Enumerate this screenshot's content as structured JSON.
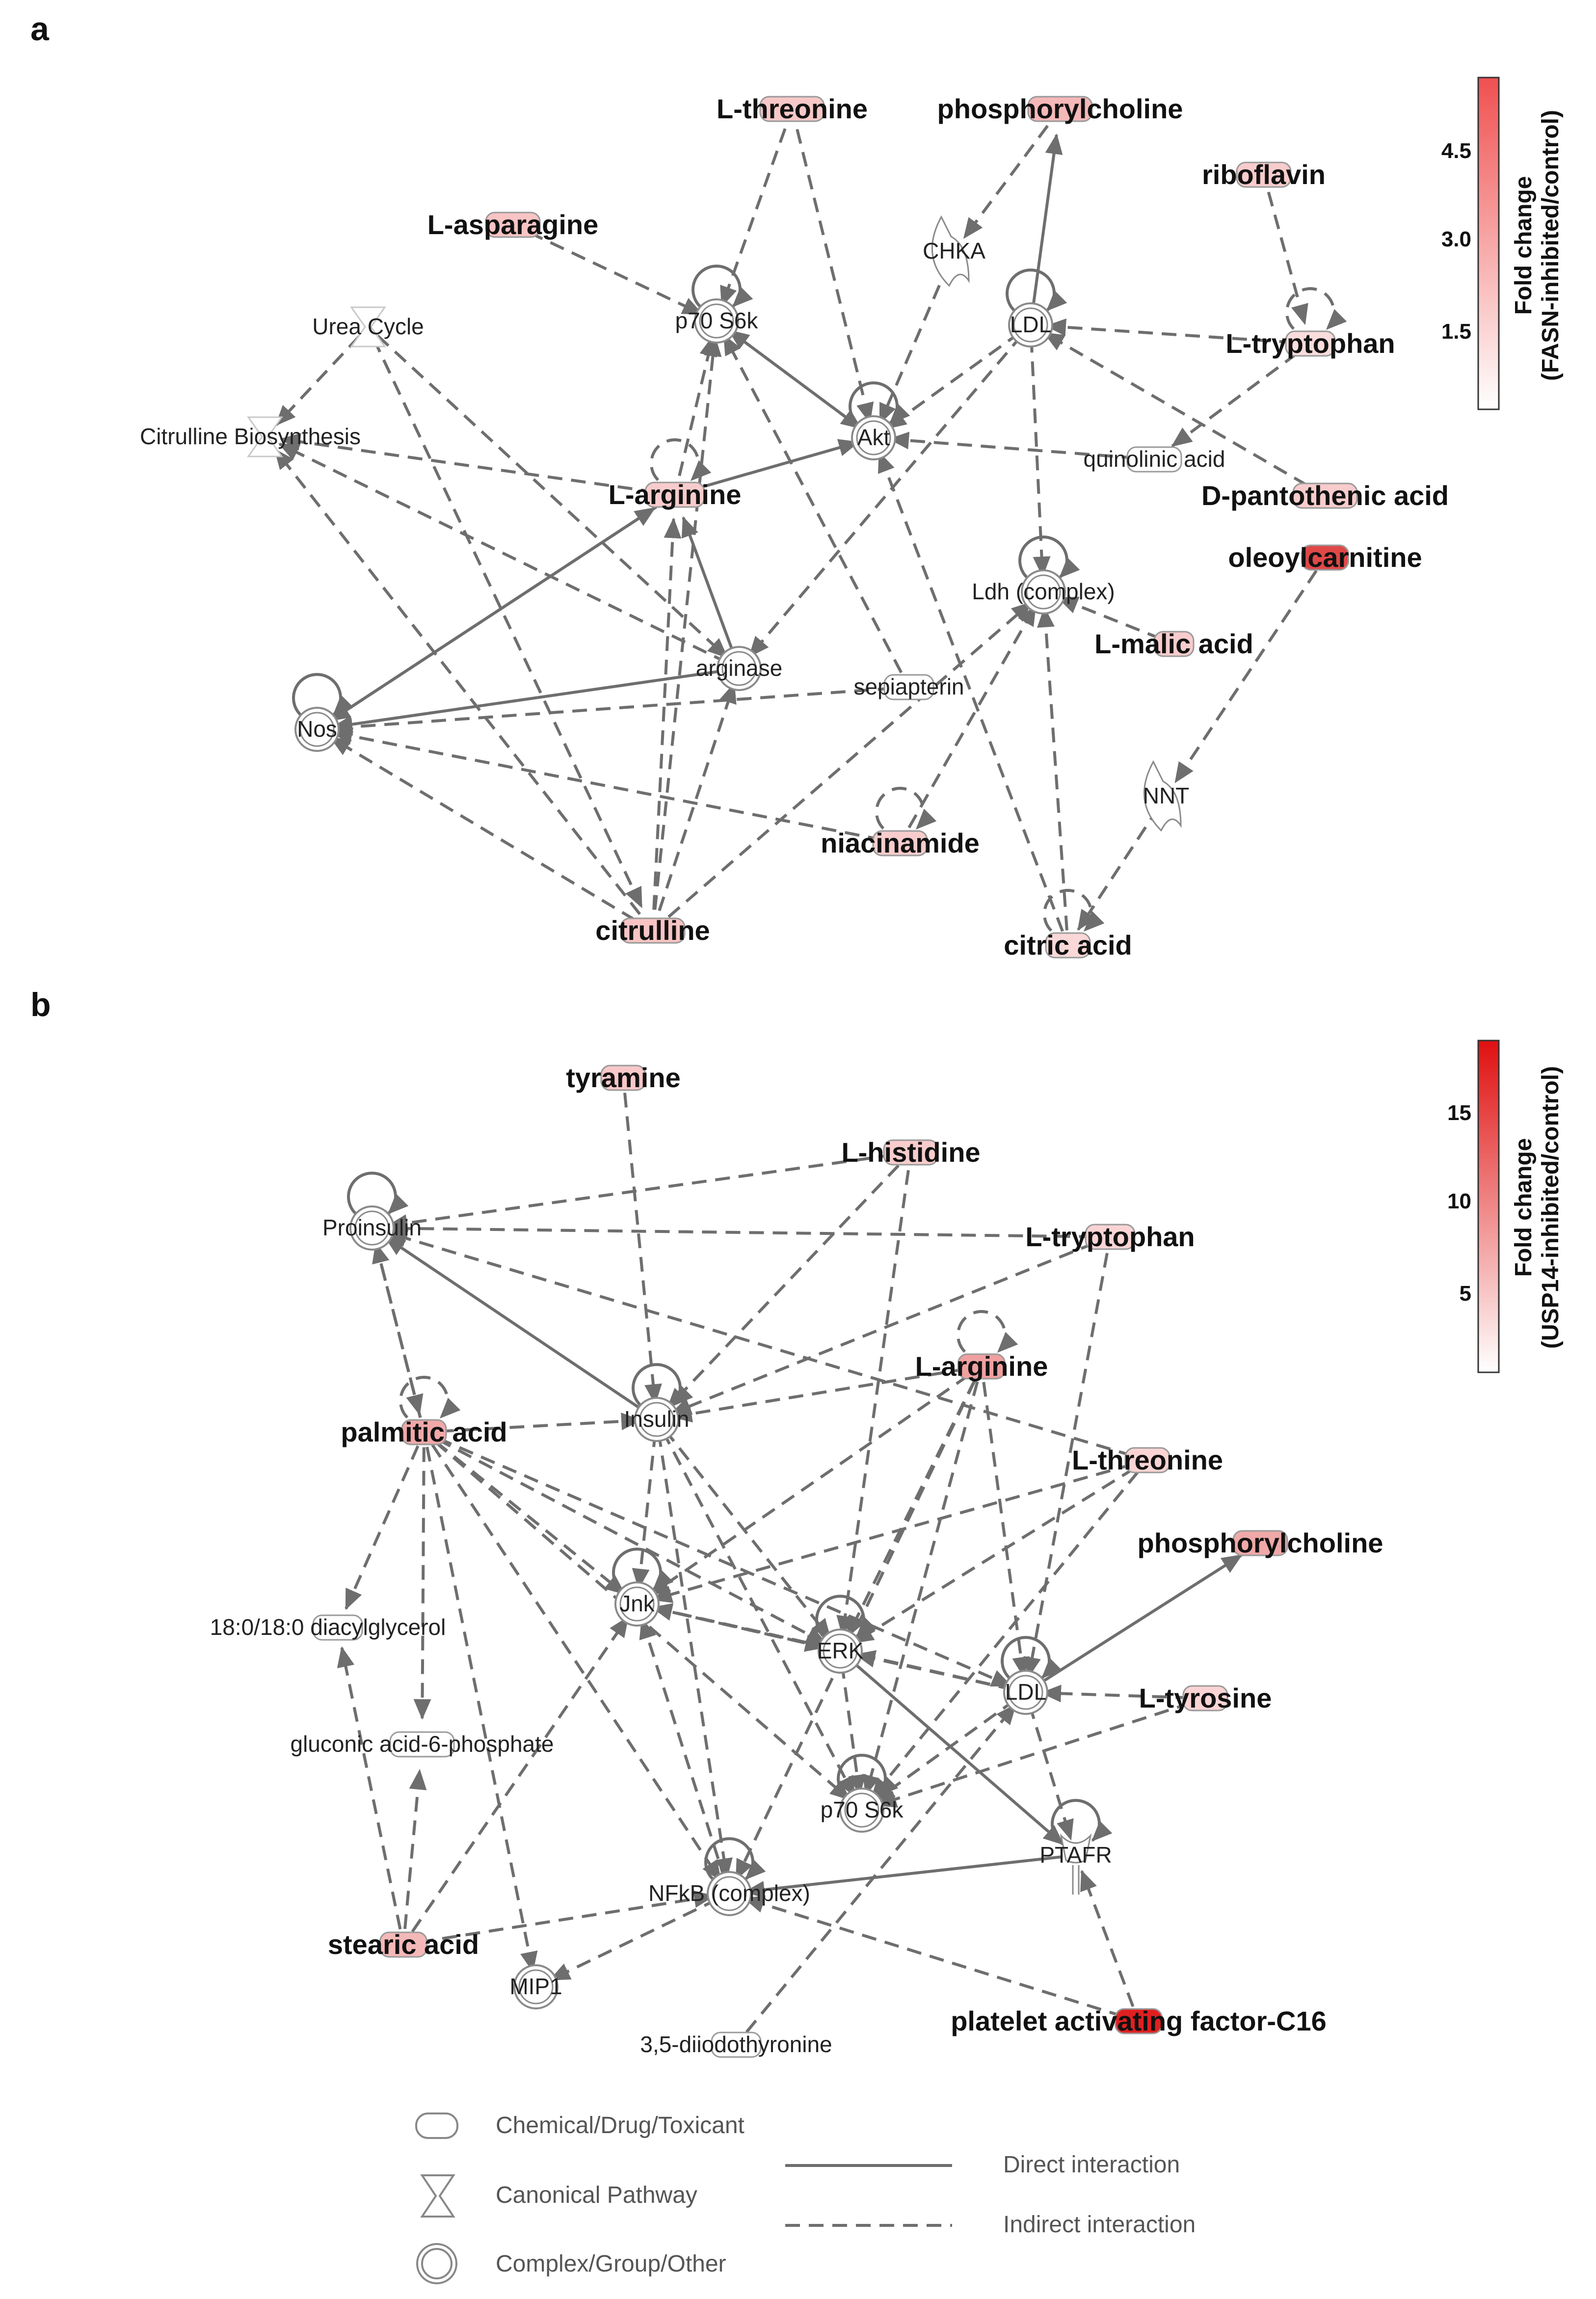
{
  "panels": [
    {
      "letter": "a",
      "colorbar": {
        "title_line1": "Fold change",
        "title_line2": "(FASN-inhibited/control)",
        "ticks": [
          "4.5",
          "3.0",
          "1.5"
        ],
        "max_color": "#f05050",
        "min_color": "#ffffff"
      },
      "nodes": [
        {
          "id": "thr",
          "label": "L-threonine",
          "shape": "chem",
          "fill": "#f8c8c8",
          "bold": true
        },
        {
          "id": "pc",
          "label": "phosphorylcholine",
          "shape": "chem",
          "fill": "#f5b8b8",
          "bold": true
        },
        {
          "id": "ribo",
          "label": "riboflavin",
          "shape": "chem",
          "fill": "#f8cccc",
          "bold": true
        },
        {
          "id": "asn",
          "label": "L-asparagine",
          "shape": "chem",
          "fill": "#f8c4c4",
          "bold": true
        },
        {
          "id": "chka",
          "label": "CHKA",
          "shape": "enzyme",
          "fill": "#ffffff",
          "bold": false
        },
        {
          "id": "p70",
          "label": "p70 S6k",
          "shape": "complex",
          "fill": "#ffffff",
          "bold": false
        },
        {
          "id": "ldl",
          "label": "LDL",
          "shape": "complex",
          "fill": "#ffffff",
          "bold": false
        },
        {
          "id": "urea",
          "label": "Urea Cycle",
          "shape": "pathway",
          "fill": "#ffffff",
          "bold": false
        },
        {
          "id": "trp",
          "label": "L-tryptophan",
          "shape": "chem",
          "fill": "#fadcdc",
          "bold": true
        },
        {
          "id": "citbio",
          "label": "Citrulline Biosynthesis",
          "shape": "pathway",
          "fill": "#ffffff",
          "bold": false
        },
        {
          "id": "akt",
          "label": "Akt",
          "shape": "complex",
          "fill": "#ffffff",
          "bold": false
        },
        {
          "id": "quin",
          "label": "quinolinic acid",
          "shape": "chem",
          "fill": "#ffffff",
          "bold": false
        },
        {
          "id": "arg",
          "label": "L-arginine",
          "shape": "chem",
          "fill": "#f8cccc",
          "bold": true
        },
        {
          "id": "pant",
          "label": "D-pantothenic acid",
          "shape": "chem",
          "fill": "#f8cccc",
          "bold": true
        },
        {
          "id": "oleoyl",
          "label": "oleoylcarnitine",
          "shape": "chem",
          "fill": "#e04848",
          "bold": true
        },
        {
          "id": "ldh",
          "label": "Ldh (complex)",
          "shape": "complex",
          "fill": "#ffffff",
          "bold": false
        },
        {
          "id": "mal",
          "label": "L-malic acid",
          "shape": "chem",
          "fill": "#f8cccc",
          "bold": true
        },
        {
          "id": "argase",
          "label": "arginase",
          "shape": "complex",
          "fill": "#ffffff",
          "bold": false
        },
        {
          "id": "sep",
          "label": "sepiapterin",
          "shape": "chem",
          "fill": "#ffffff",
          "bold": false
        },
        {
          "id": "nos",
          "label": "Nos",
          "shape": "complex",
          "fill": "#ffffff",
          "bold": false
        },
        {
          "id": "nnt",
          "label": "NNT",
          "shape": "enzyme",
          "fill": "#ffffff",
          "bold": false
        },
        {
          "id": "nia",
          "label": "niacinamide",
          "shape": "chem",
          "fill": "#f8cccc",
          "bold": true
        },
        {
          "id": "citr",
          "label": "citrulline",
          "shape": "chem",
          "fill": "#f8c4c4",
          "bold": true
        },
        {
          "id": "cit",
          "label": "citric acid",
          "shape": "chem",
          "fill": "#fad8d8",
          "bold": true
        }
      ]
    },
    {
      "letter": "b",
      "colorbar": {
        "title_line1": "Fold change",
        "title_line2": "(USP14-inhibited/control)",
        "ticks": [
          "15",
          "10",
          "5"
        ],
        "max_color": "#e01010",
        "min_color": "#ffffff"
      },
      "nodes": [
        {
          "id": "tyr2",
          "label": "tyramine",
          "shape": "chem",
          "fill": "#f8c8c8",
          "bold": true
        },
        {
          "id": "his",
          "label": "L-histidine",
          "shape": "chem",
          "fill": "#f8cccc",
          "bold": true
        },
        {
          "id": "proins",
          "label": "Proinsulin",
          "shape": "complex",
          "fill": "#ffffff",
          "bold": false
        },
        {
          "id": "trp2",
          "label": "L-tryptophan",
          "shape": "chem",
          "fill": "#fad4d4",
          "bold": true
        },
        {
          "id": "arg2",
          "label": "L-arginine",
          "shape": "chem",
          "fill": "#f0a0a0",
          "bold": true
        },
        {
          "id": "palm",
          "label": "palmitic acid",
          "shape": "chem",
          "fill": "#f0a8a8",
          "bold": true
        },
        {
          "id": "ins",
          "label": "Insulin",
          "shape": "complex",
          "fill": "#ffffff",
          "bold": false
        },
        {
          "id": "thr2",
          "label": "L-threonine",
          "shape": "chem",
          "fill": "#fad4d4",
          "bold": true
        },
        {
          "id": "pc2",
          "label": "phosphorylcholine",
          "shape": "chem",
          "fill": "#f0a8a8",
          "bold": true
        },
        {
          "id": "dag",
          "label": "18:0/18:0 diacylglycerol",
          "shape": "chem",
          "fill": "#ffffff",
          "bold": false
        },
        {
          "id": "jnk",
          "label": "Jnk",
          "shape": "complex",
          "fill": "#ffffff",
          "bold": false
        },
        {
          "id": "erk",
          "label": "ERK",
          "shape": "complex",
          "fill": "#ffffff",
          "bold": false
        },
        {
          "id": "ldl2",
          "label": "LDL",
          "shape": "complex",
          "fill": "#ffffff",
          "bold": false
        },
        {
          "id": "tyrosine",
          "label": "L-tyrosine",
          "shape": "chem",
          "fill": "#fad4d4",
          "bold": true
        },
        {
          "id": "glu",
          "label": "gluconic acid-6-phosphate",
          "shape": "chem",
          "fill": "#ffffff",
          "bold": false
        },
        {
          "id": "p702",
          "label": "p70 S6k",
          "shape": "complex",
          "fill": "#ffffff",
          "bold": false
        },
        {
          "id": "ptafr",
          "label": "PTAFR",
          "shape": "receptor",
          "fill": "#ffffff",
          "bold": false
        },
        {
          "id": "nfkb",
          "label": "NFkB (complex)",
          "shape": "complex",
          "fill": "#ffffff",
          "bold": false
        },
        {
          "id": "stear",
          "label": "stearic acid",
          "shape": "chem",
          "fill": "#f4b8b8",
          "bold": true
        },
        {
          "id": "mip1",
          "label": "MIP1",
          "shape": "complex",
          "fill": "#ffffff",
          "bold": false
        },
        {
          "id": "paf",
          "label": "platelet activating factor-C16",
          "shape": "chem",
          "fill": "#e02020",
          "bold": true
        },
        {
          "id": "diiodo",
          "label": "3,5-diiodothyronine",
          "shape": "chem",
          "fill": "#ffffff",
          "bold": false
        }
      ]
    }
  ],
  "legend": {
    "chemical": "Chemical/Drug/Toxicant",
    "canonical": "Canonical Pathway",
    "complex": "Complex/Group/Other",
    "direct": "Direct interaction",
    "indirect": "Indirect interaction"
  }
}
